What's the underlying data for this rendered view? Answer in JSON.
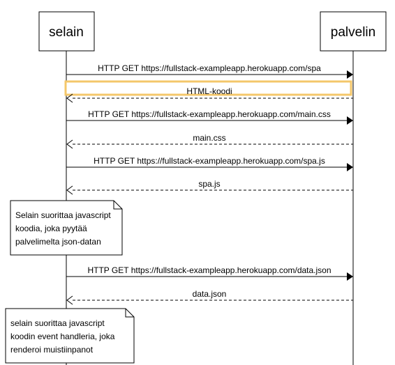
{
  "actors": [
    {
      "name": "selain"
    },
    {
      "name": "palvelin"
    }
  ],
  "messages": [
    {
      "label": "HTTP GET https://fullstack-exampleapp.herokuapp.com/spa",
      "direction": "to-server",
      "style": "solid"
    },
    {
      "label": "HTML-koodi",
      "direction": "to-browser",
      "style": "dashed",
      "highlighted": true
    },
    {
      "label": "HTTP GET https://fullstack-exampleapp.herokuapp.com/main.css",
      "direction": "to-server",
      "style": "solid"
    },
    {
      "label": "main.css",
      "direction": "to-browser",
      "style": "dashed"
    },
    {
      "label": "HTTP GET https://fullstack-exampleapp.herokuapp.com/spa.js",
      "direction": "to-server",
      "style": "solid"
    },
    {
      "label": "spa.js",
      "direction": "to-browser",
      "style": "dashed"
    },
    {
      "label": "HTTP GET https://fullstack-exampleapp.herokuapp.com/data.json",
      "direction": "to-server",
      "style": "solid"
    },
    {
      "label": "data.json",
      "direction": "to-browser",
      "style": "dashed"
    }
  ],
  "notes": [
    {
      "lines": [
        "Selain suorittaa javascript",
        "koodia, joka pyytää",
        "palvelimelta json-datan"
      ]
    },
    {
      "lines": [
        "selain suorittaa javascript",
        "koodin event handleria, joka",
        "renderoi muistiinpanot"
      ]
    }
  ],
  "colors": {
    "highlight": "#f4c76a",
    "line": "#000000"
  }
}
